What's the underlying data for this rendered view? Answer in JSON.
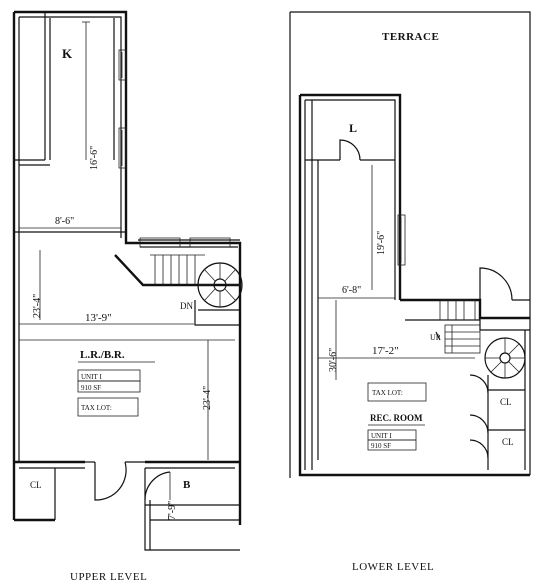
{
  "captions": {
    "upper_level": "UPPER LEVEL",
    "lower_level": "LOWER LEVEL",
    "terrace": "TERRACE"
  },
  "upper": {
    "kitchen_label": "K",
    "kitchen_dim": "16'-6\"",
    "width_dim_1": "8'-6\"",
    "width_dim_2": "13'-9\"",
    "left_dim": "23'-4\"",
    "right_dim": "23'-4\"",
    "room_label": "L.R./B.R.",
    "unit_box": "UNIT I",
    "unit_area": "910 SF",
    "tax_lot": "TAX LOT:",
    "closet_label": "CL",
    "bath_label": "B",
    "bath_dim": "7'-9\"",
    "stair_label": "DN"
  },
  "lower": {
    "room_top_label": "L",
    "vert_dim": "19'-6\"",
    "width_dim_1": "6'-8\"",
    "width_dim_2": "17'-2\"",
    "left_dim": "30'-6\"",
    "tax_lot": "TAX LOT:",
    "room_label": "REC. ROOM",
    "unit_box": "UNIT I",
    "unit_area": "910 SF",
    "closet_label_1": "CL",
    "closet_label_2": "CL",
    "up_label": "UP"
  }
}
